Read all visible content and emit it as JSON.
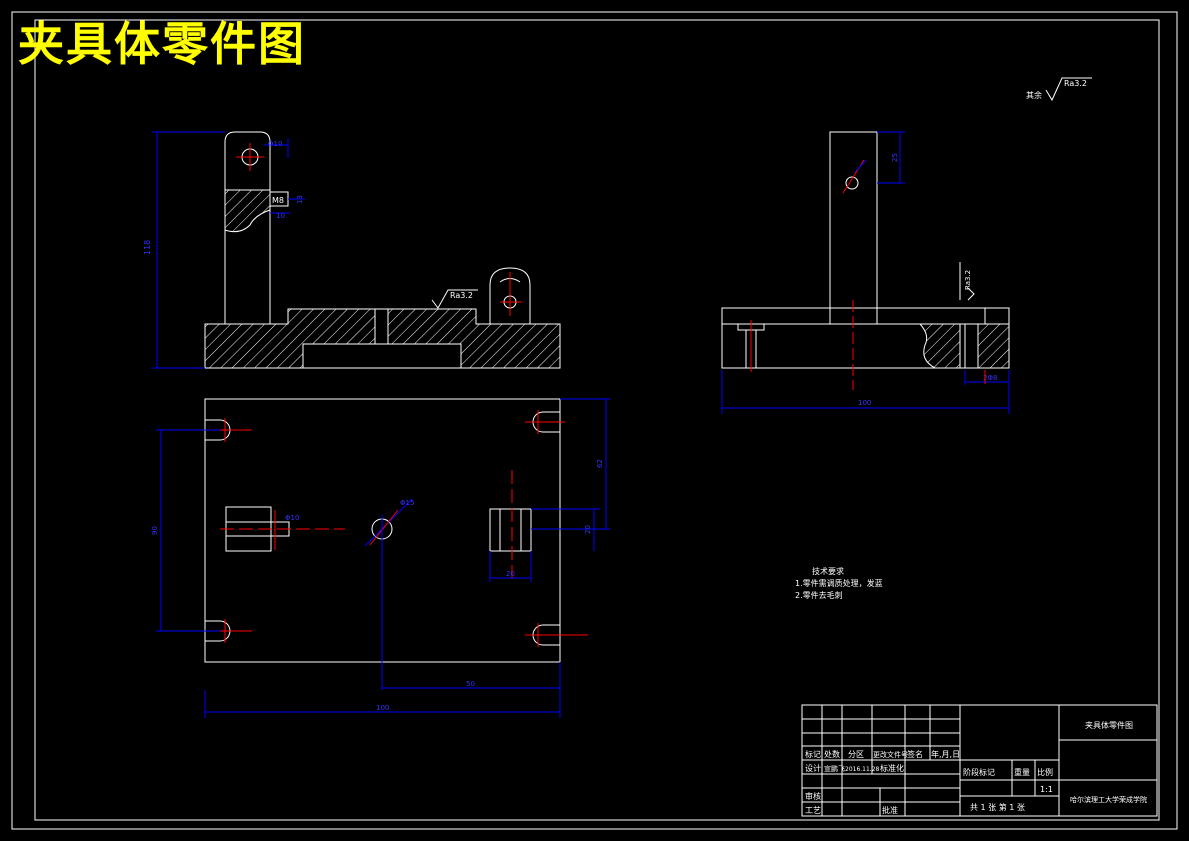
{
  "title": "夹具体零件图",
  "roughness": {
    "other_label": "其余",
    "value": "Ra3.2"
  },
  "dims": {
    "front_height": "118",
    "hole1": "Φ10",
    "hole2": "M8",
    "d_10": "10",
    "d_13": "13",
    "side_25": "25",
    "side_roughness": "Ra3.2",
    "side_width": "100",
    "side_small": "2Φ8",
    "plan_62": "62",
    "plan_90": "90",
    "plan_20": "20",
    "plan_phi15": "Φ15",
    "plan_phi10": "Φ10",
    "plan_bottom_20": "20",
    "plan_50": "50",
    "plan_100": "100"
  },
  "tech": {
    "heading": "技术要求",
    "items": [
      "1.零件需调质处理，发蓝",
      "2.零件去毛刺"
    ]
  },
  "titleblock": {
    "part_name": "夹具体零件图",
    "school": "哈尔滨理工大学荣成学院",
    "scale": "1:1",
    "row_labels": [
      "标记",
      "处数",
      "分区",
      "更改文件号",
      "签名",
      "年,月,日"
    ],
    "design_label": "设计",
    "designer": "宣鹏飞",
    "date": "2016.11.28",
    "std_label": "标准化",
    "stage_labels": [
      "阶段标记",
      "重量",
      "比例"
    ],
    "review_label": "审核",
    "process_label": "工艺",
    "approve_label": "批准",
    "sheet": "共 1 张   第 1 张"
  }
}
